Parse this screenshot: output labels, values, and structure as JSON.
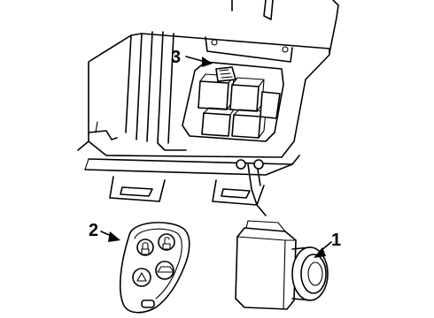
{
  "callouts": [
    {
      "number": "1",
      "part": "receiver-module-with-cylinder"
    },
    {
      "number": "2",
      "part": "key-fob-transmitter"
    },
    {
      "number": "3",
      "part": "relay-block"
    }
  ],
  "fob_icons": [
    "unlock-icon",
    "lock-icon",
    "trunk-icon",
    "panic-icon"
  ]
}
